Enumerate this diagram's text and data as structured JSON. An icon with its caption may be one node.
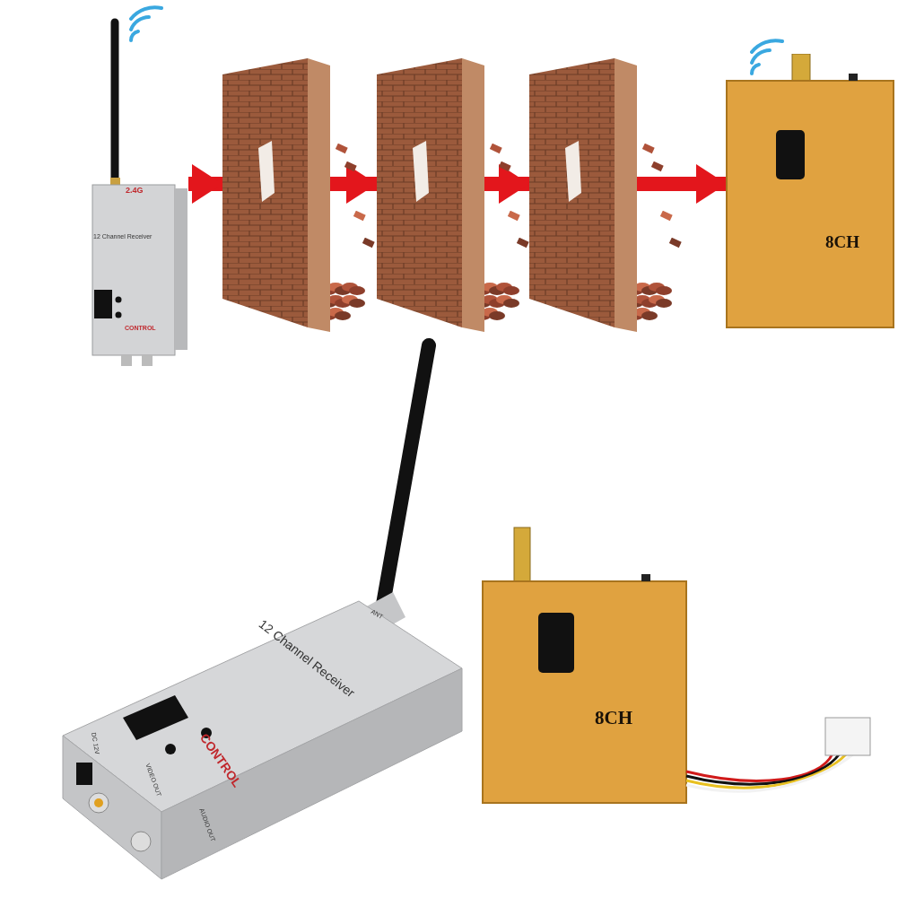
{
  "diagram": {
    "nodes": [
      {
        "text": [
          "2.4G",
          "12 Channel Receiver",
          "CONTROL"
        ]
      },
      {
        "text": [],
        "shape": "picture"
      },
      {
        "text": [],
        "shape": "picture"
      },
      {
        "text": [],
        "shape": "picture"
      },
      {
        "text": [
          "8CH"
        ]
      },
      {
        "text": [
          "ANT",
          "12 Channel Receiver",
          "DC 12V",
          "CONTROL",
          "VIDEO OUT",
          "AUDIO OUT"
        ]
      },
      {
        "text": [
          "8CH"
        ]
      }
    ],
    "edges": [
      {
        "from": 0,
        "to": 1,
        "arrow": "to",
        "color": "#e3161c"
      },
      {
        "from": 1,
        "to": 2,
        "arrow": "to",
        "color": "#e3161c"
      },
      {
        "from": 2,
        "to": 3,
        "arrow": "to",
        "color": "#e3161c"
      },
      {
        "from": 3,
        "to": 4,
        "arrow": "to",
        "color": "#e3161c"
      }
    ]
  }
}
